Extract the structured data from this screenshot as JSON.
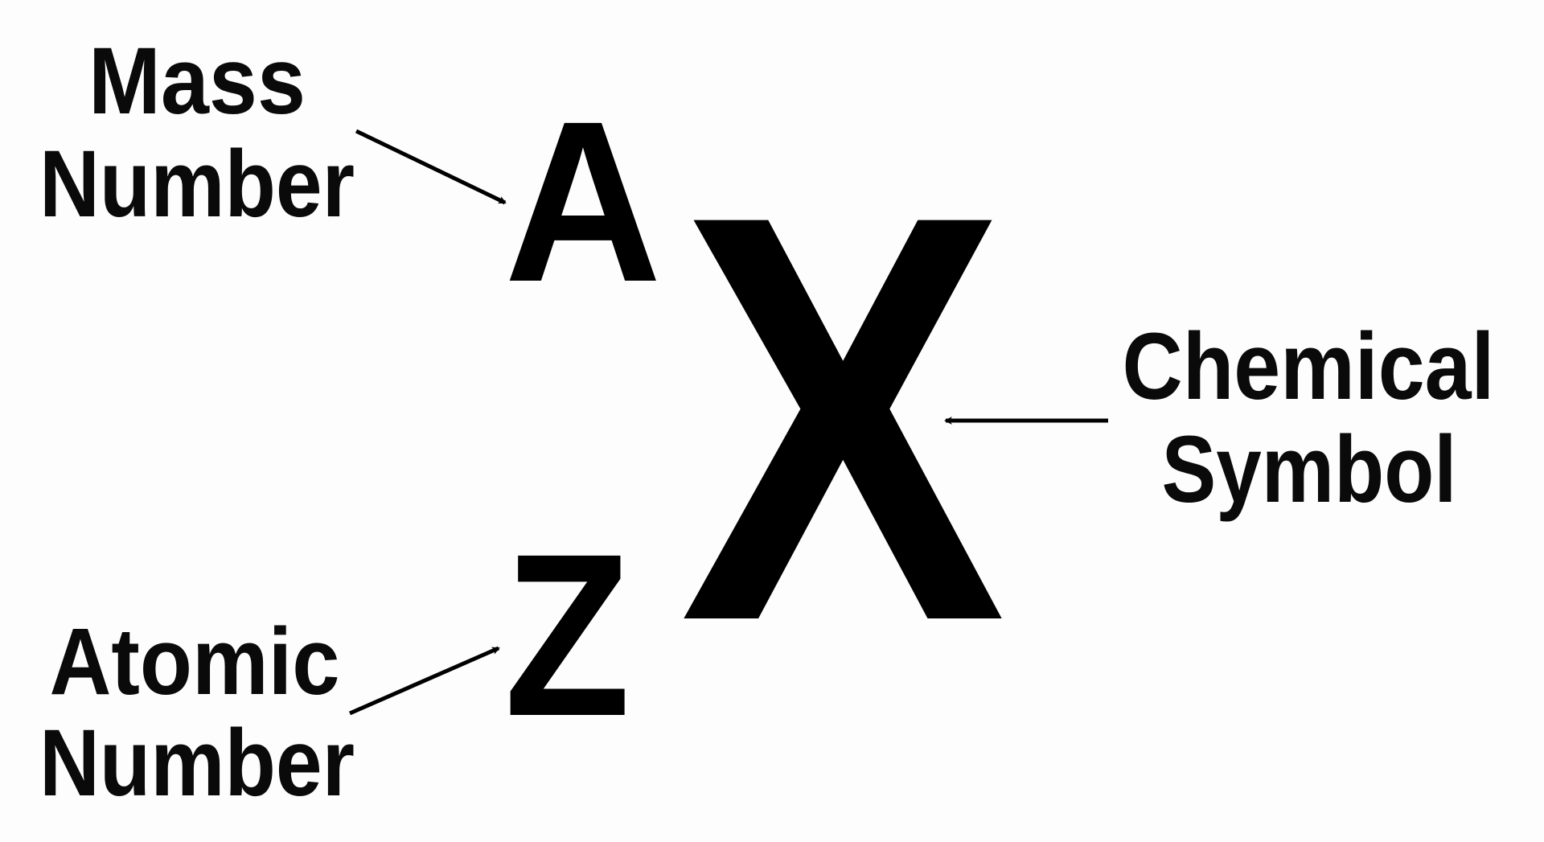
{
  "labels": {
    "mass_line1": "Mass",
    "mass_line2": "Number",
    "atomic_line1": "Atomic",
    "atomic_line2": "Number",
    "chemical_line1": "Chemical",
    "chemical_line2": "Symbol"
  },
  "notation": {
    "mass_symbol": "A",
    "atomic_symbol": "Z",
    "element_symbol": "X"
  },
  "colors": {
    "ink": "#000000",
    "background": "#fdfdfd"
  }
}
